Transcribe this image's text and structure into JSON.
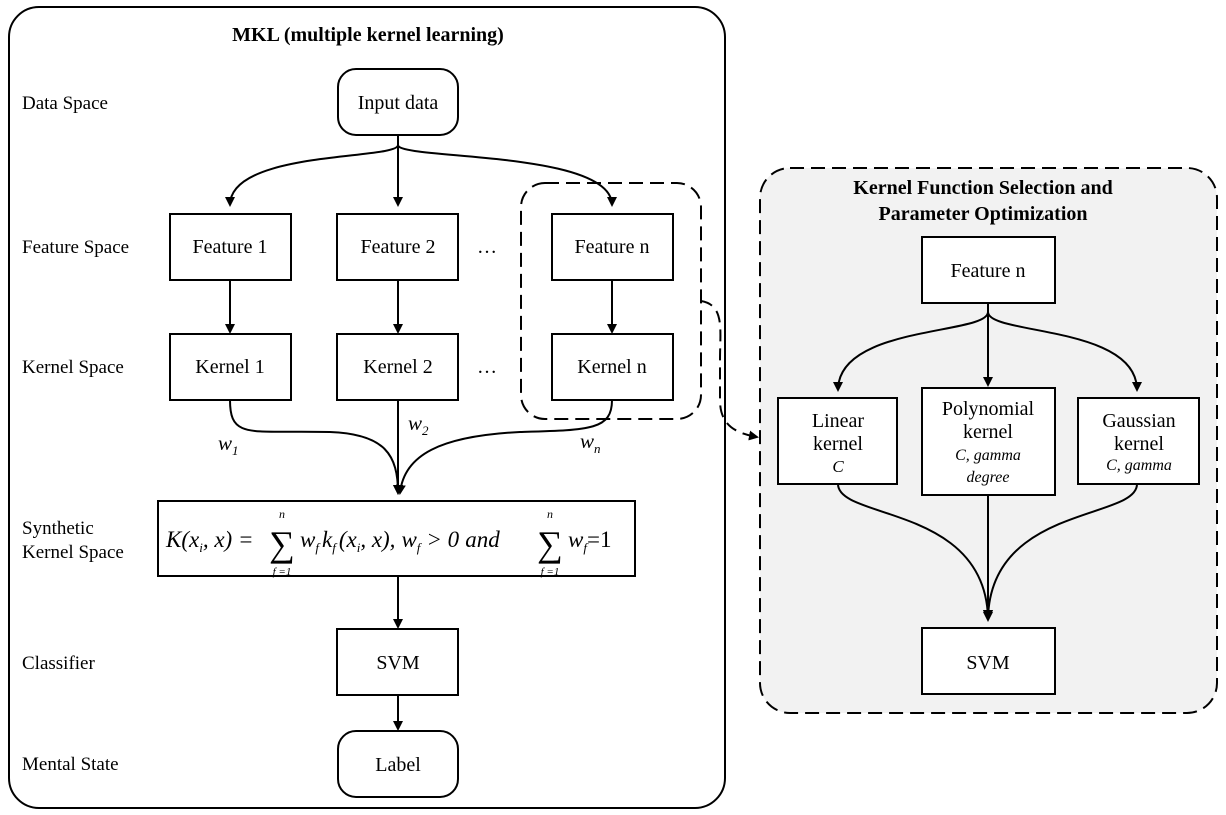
{
  "mkl": {
    "title": "MKL (multiple kernel learning)",
    "space_labels": {
      "data": "Data Space",
      "feature": "Feature Space",
      "kernel": "Kernel Space",
      "synthetic_line1": "Synthetic",
      "synthetic_line2": "Kernel Space",
      "classifier": "Classifier",
      "mental": "Mental State"
    },
    "input": "Input data",
    "features": [
      "Feature 1",
      "Feature 2",
      "Feature n"
    ],
    "kernels": [
      "Kernel 1",
      "Kernel 2",
      "Kernel n"
    ],
    "ellipsis": "…",
    "weights": [
      {
        "w": "w",
        "sub": "1"
      },
      {
        "w": "w",
        "sub": "2"
      },
      {
        "w": "w",
        "sub": "n"
      }
    ],
    "formula": {
      "lhs": "K(x",
      "lhs_sub": "i",
      "lhs_rest": ", x) =",
      "sum_top": "n",
      "sum_bottom": "f =1",
      "sigma": "∑",
      "wf": "w",
      "wf_sub": "f",
      "kf": "k",
      "kf_sub": "f",
      "args": "(x",
      "args_sub": "i",
      "args_rest": ", x),",
      "wf2": "w",
      "wf2_sub": "f",
      "cond": "> 0",
      "and": "and",
      "sum2_top": "n",
      "sum2_bottom": "f =1",
      "wf3": "w",
      "wf3_sub": "f",
      "eq1": "=1"
    },
    "classifier": "SVM",
    "label": "Label"
  },
  "kfs": {
    "title_line1": "Kernel Function Selection and",
    "title_line2": "Parameter Optimization",
    "feature": "Feature n",
    "linear": {
      "line1": "Linear",
      "line2": "kernel",
      "params": "C"
    },
    "polynomial": {
      "line1": "Polynomial",
      "line2": "kernel",
      "params1": "C, gamma",
      "params2": "degree"
    },
    "gaussian": {
      "line1": "Gaussian",
      "line2": "kernel",
      "params": "C, gamma"
    },
    "classifier": "SVM"
  },
  "colors": {
    "stroke": "#000000",
    "panel_fill": "#f2f2f2",
    "box_fill": "#ffffff"
  }
}
